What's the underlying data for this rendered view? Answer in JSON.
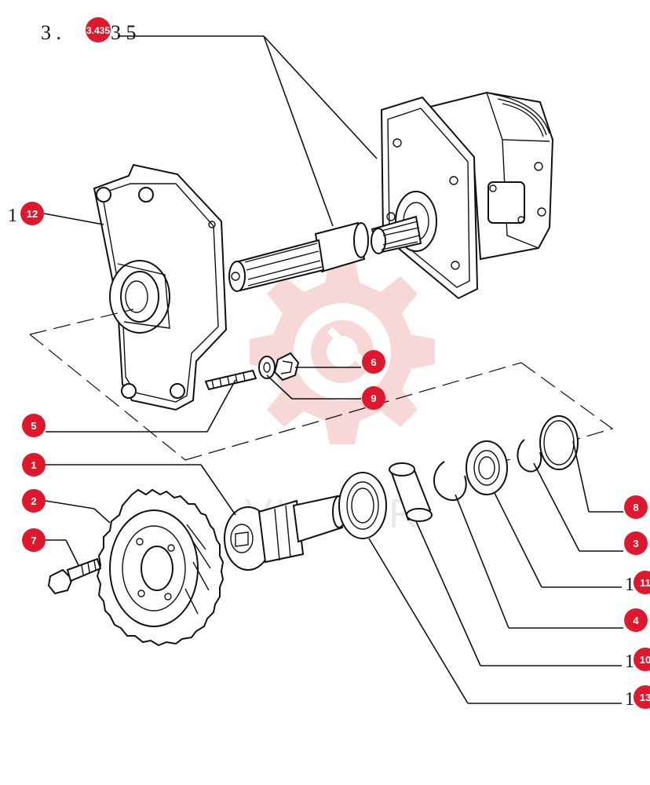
{
  "header": {
    "code_prefix": "3 .",
    "code_suffix": "3 5",
    "badge_label": "3.435"
  },
  "watermark": {
    "text": "VILITER",
    "color": "#f3b7b7"
  },
  "colors": {
    "badge": "#e0182d",
    "line": "#111111"
  },
  "callouts": [
    {
      "id": "c1",
      "label": "1"
    },
    {
      "id": "c2",
      "label": "2"
    },
    {
      "id": "c3",
      "label": "3"
    },
    {
      "id": "c4",
      "label": "4"
    },
    {
      "id": "c5",
      "label": "5"
    },
    {
      "id": "c6",
      "label": "6"
    },
    {
      "id": "c7",
      "label": "7"
    },
    {
      "id": "c8",
      "label": "8"
    },
    {
      "id": "c9",
      "label": "9"
    },
    {
      "id": "c10",
      "label": "10",
      "prefix": "1"
    },
    {
      "id": "c11",
      "label": "11",
      "prefix": "1"
    },
    {
      "id": "c12",
      "label": "12",
      "prefix": "1"
    },
    {
      "id": "c13",
      "label": "13",
      "prefix": "1"
    }
  ]
}
